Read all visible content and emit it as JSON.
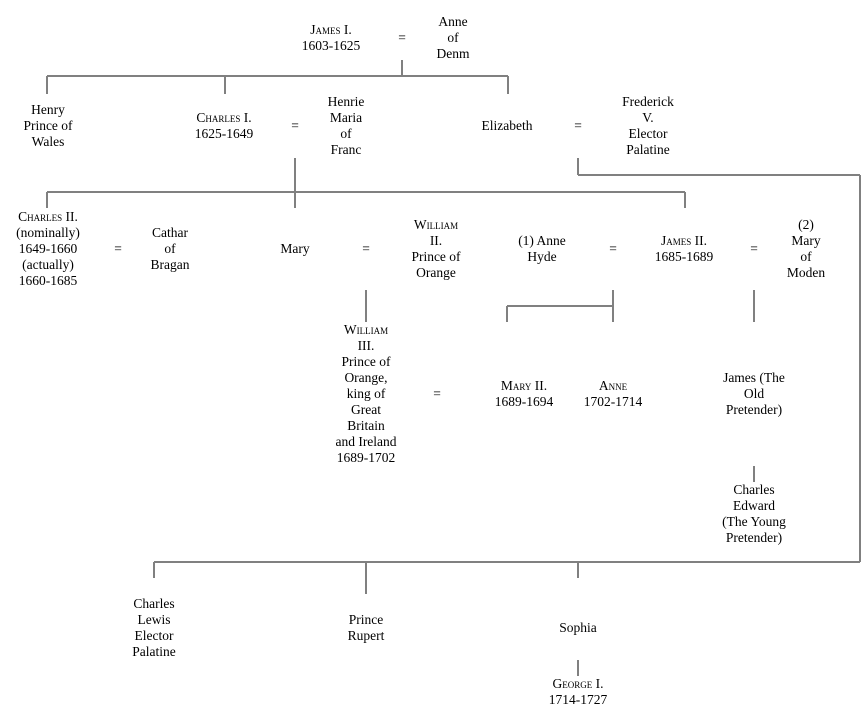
{
  "people": {
    "james1": {
      "name": "James I.",
      "dates": "1603-1625"
    },
    "anne_denmark": {
      "lines": [
        "Anne",
        "of",
        "Denm"
      ]
    },
    "henry": {
      "lines": [
        "Henry",
        "Prince of",
        "Wales"
      ]
    },
    "charles1": {
      "name": "Charles I.",
      "dates": "1625-1649"
    },
    "henrietta": {
      "lines": [
        "Henrie",
        "Maria",
        "of",
        "Franc"
      ]
    },
    "elizabeth": {
      "lines": [
        "Elizabeth"
      ]
    },
    "frederick": {
      "lines": [
        "Frederick",
        "V.",
        "Elector",
        "Palatine"
      ]
    },
    "charles2": {
      "name": "Charles II.",
      "lines": [
        "(nominally)",
        "1649-1660",
        "(actually)",
        "1660-1685"
      ]
    },
    "catherine": {
      "lines": [
        "Cathar",
        "of",
        "Bragan"
      ]
    },
    "mary": {
      "lines": [
        "Mary"
      ]
    },
    "william2": {
      "name": "William",
      "lines": [
        "II.",
        "Prince of",
        "Orange"
      ]
    },
    "anne_hyde": {
      "lines": [
        "(1) Anne",
        "Hyde"
      ]
    },
    "james2": {
      "name": "James II.",
      "dates": "1685-1689"
    },
    "mary_modena": {
      "lines": [
        "(2)",
        "Mary",
        "of",
        "Moden"
      ]
    },
    "william3": {
      "name": "William",
      "lines": [
        "III.",
        "Prince of",
        "Orange,",
        "king of",
        "Great",
        "Britain",
        "and Ireland",
        "1689-1702"
      ]
    },
    "mary2": {
      "name": "Mary II.",
      "dates": "1689-1694"
    },
    "anne": {
      "name": "Anne",
      "dates": "1702-1714"
    },
    "old_pretender": {
      "lines": [
        "James (The",
        "Old",
        "Pretender)"
      ]
    },
    "charles_edward": {
      "lines": [
        "Charles",
        "Edward",
        "(The Young",
        "Pretender)"
      ]
    },
    "charles_lewis": {
      "lines": [
        "Charles",
        "Lewis",
        "Elector",
        "Palatine"
      ]
    },
    "rupert": {
      "lines": [
        "Prince",
        "Rupert"
      ]
    },
    "sophia": {
      "lines": [
        "Sophia"
      ]
    },
    "george1": {
      "name": "George I.",
      "dates": "1714-1727"
    }
  },
  "marriage_symbol": "=",
  "line_color": "#808080"
}
